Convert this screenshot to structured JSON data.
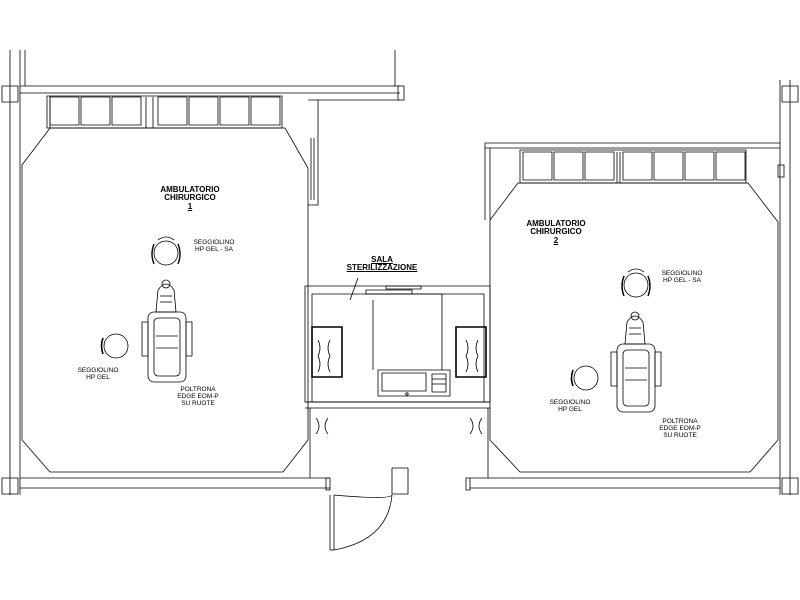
{
  "room_1": {
    "title_line1": "AMBULATORIO",
    "title_line2": "CHIRURGICO",
    "number": "1",
    "stool_sa_line1": "SEGGIOLINO",
    "stool_sa_line2": "HP GEL - SA",
    "stool_line1": "SEGGIOLINO",
    "stool_line2": "HP GEL",
    "chair_line1": "POLTRONA",
    "chair_line2": "EDGE EOM-P",
    "chair_line3": "SU RUOTE"
  },
  "room_2": {
    "title_line1": "AMBULATORIO",
    "title_line2": "CHIRURGICO",
    "number": "2",
    "stool_sa_line1": "SEGGIOLINO",
    "stool_sa_line2": "HP GEL - SA",
    "stool_line1": "SEGGIOLINO",
    "stool_line2": "HP GEL",
    "chair_line1": "POLTRONA",
    "chair_line2": "EDGE EOM-P",
    "chair_line3": "SU RUOTE"
  },
  "sterilization": {
    "title_line1": "SALA",
    "title_line2": "STERILIZZAZIONE"
  }
}
